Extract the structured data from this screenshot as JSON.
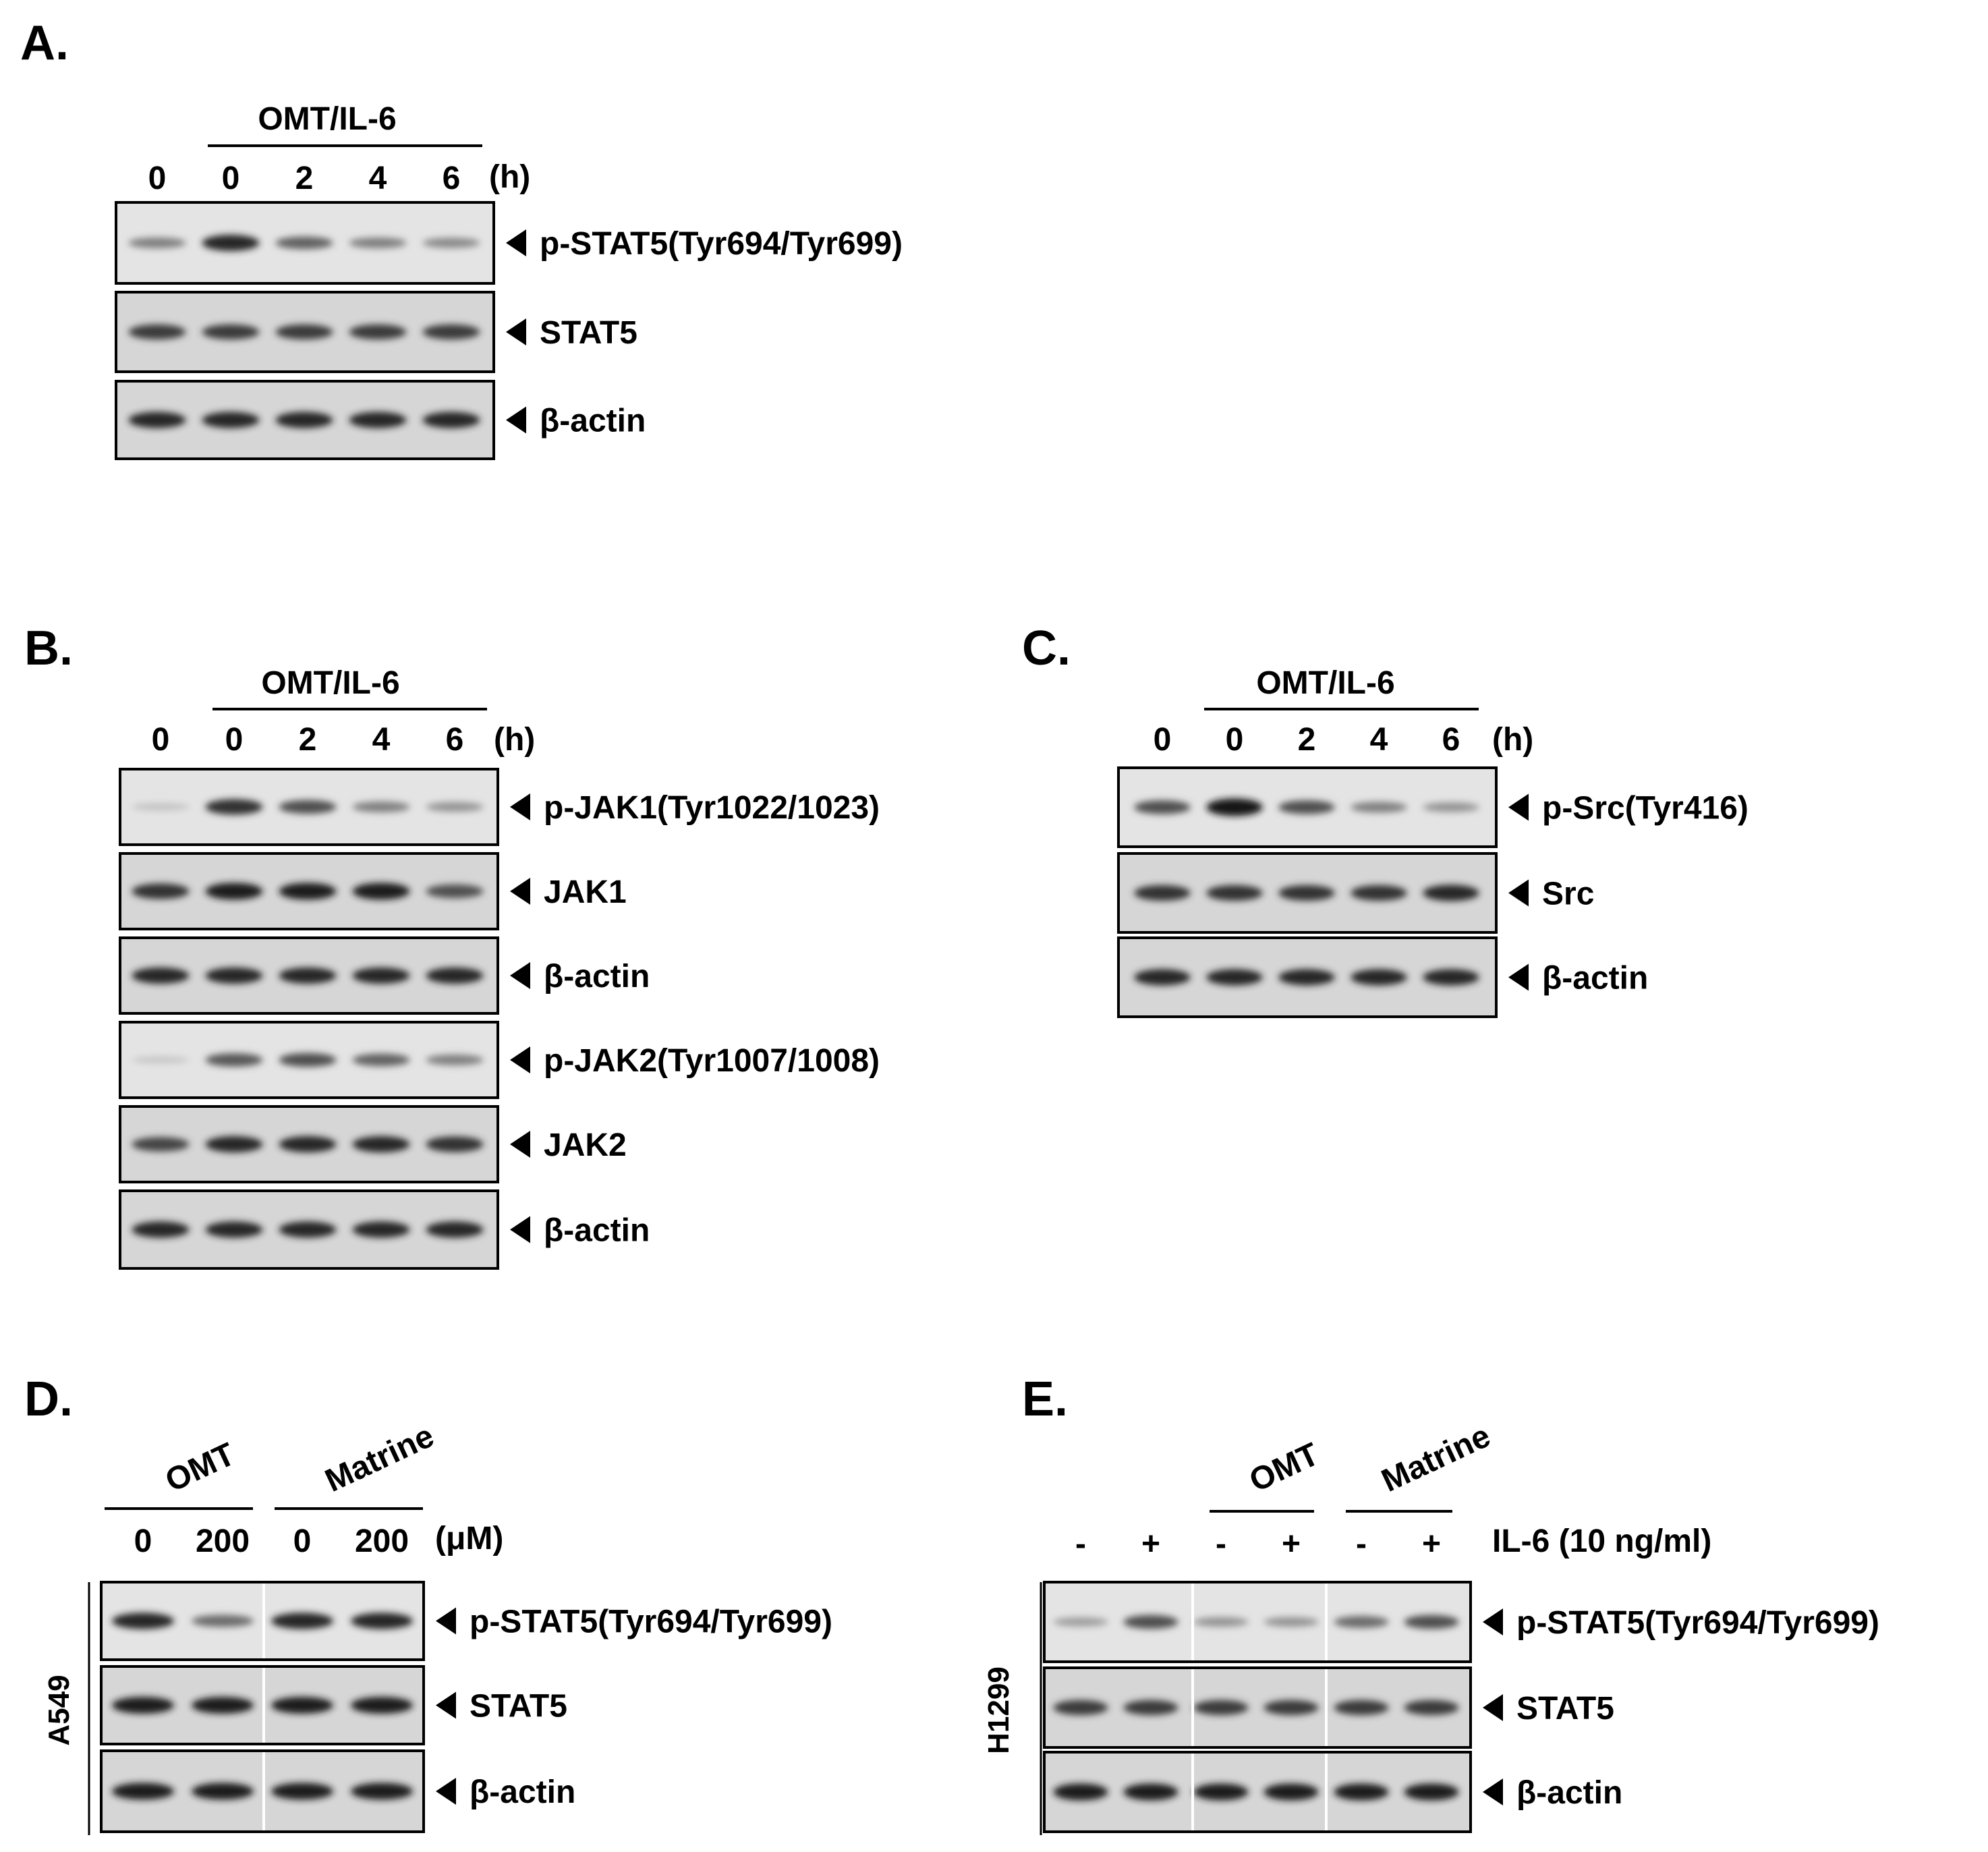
{
  "panels": {
    "A": {
      "letter": "A.",
      "group_label": "OMT/IL-6",
      "unit": "(h)",
      "lanes": [
        "0",
        "0",
        "2",
        "4",
        "6"
      ],
      "blots": [
        {
          "label": "p-STAT5(Tyr694/Tyr699)",
          "intensity": [
            0.45,
            0.9,
            0.6,
            0.45,
            0.4
          ]
        },
        {
          "label": "STAT5",
          "intensity": [
            0.8,
            0.8,
            0.8,
            0.8,
            0.8
          ]
        },
        {
          "label": "β-actin",
          "intensity": [
            0.9,
            0.9,
            0.9,
            0.9,
            0.9
          ]
        }
      ]
    },
    "B": {
      "letter": "B.",
      "group_label": "OMT/IL-6",
      "unit": "(h)",
      "lanes": [
        "0",
        "0",
        "2",
        "4",
        "6"
      ],
      "blots": [
        {
          "label": "p-JAK1(Tyr1022/1023)",
          "intensity": [
            0.12,
            0.85,
            0.7,
            0.45,
            0.35
          ]
        },
        {
          "label": "JAK1",
          "intensity": [
            0.85,
            0.95,
            0.95,
            0.95,
            0.7
          ]
        },
        {
          "label": "β-actin",
          "intensity": [
            0.9,
            0.9,
            0.9,
            0.9,
            0.9
          ]
        },
        {
          "label": "p-JAK2(Tyr1007/1008)",
          "intensity": [
            0.1,
            0.65,
            0.7,
            0.6,
            0.45
          ]
        },
        {
          "label": "JAK2",
          "intensity": [
            0.75,
            0.9,
            0.9,
            0.9,
            0.85
          ]
        },
        {
          "label": "β-actin",
          "intensity": [
            0.9,
            0.9,
            0.9,
            0.9,
            0.9
          ]
        }
      ]
    },
    "C": {
      "letter": "C.",
      "group_label": "OMT/IL-6",
      "unit": "(h)",
      "lanes": [
        "0",
        "0",
        "2",
        "4",
        "6"
      ],
      "blots": [
        {
          "label": "p-Src(Tyr416)",
          "intensity": [
            0.7,
            1.0,
            0.7,
            0.45,
            0.35
          ]
        },
        {
          "label": "Src",
          "intensity": [
            0.85,
            0.85,
            0.85,
            0.85,
            0.9
          ]
        },
        {
          "label": "β-actin",
          "intensity": [
            0.9,
            0.9,
            0.9,
            0.9,
            0.9
          ]
        }
      ]
    },
    "D": {
      "letter": "D.",
      "treatments": [
        "OMT",
        "Matrine"
      ],
      "unit": "(μM)",
      "lanes": [
        "0",
        "200",
        "0",
        "200"
      ],
      "cell_line": "A549",
      "blots": [
        {
          "label": "p-STAT5(Tyr694/Tyr699)",
          "intensity": [
            0.9,
            0.55,
            0.9,
            0.9
          ]
        },
        {
          "label": "STAT5",
          "intensity": [
            0.95,
            0.95,
            0.95,
            0.95
          ]
        },
        {
          "label": "β-actin",
          "intensity": [
            0.95,
            0.95,
            0.95,
            0.95
          ]
        }
      ]
    },
    "E": {
      "letter": "E.",
      "treatments": [
        "OMT",
        "Matrine"
      ],
      "unit": "IL-6 (10 ng/ml)",
      "lanes": [
        "-",
        "+",
        "-",
        "+",
        "-",
        "+"
      ],
      "cell_line": "H1299",
      "blots": [
        {
          "label": "p-STAT5(Tyr694/Tyr699)",
          "intensity": [
            0.3,
            0.7,
            0.35,
            0.35,
            0.55,
            0.7
          ]
        },
        {
          "label": "STAT5",
          "intensity": [
            0.8,
            0.8,
            0.8,
            0.8,
            0.8,
            0.8
          ]
        },
        {
          "label": "β-actin",
          "intensity": [
            0.95,
            0.95,
            0.95,
            0.95,
            0.95,
            0.95
          ]
        }
      ]
    }
  }
}
